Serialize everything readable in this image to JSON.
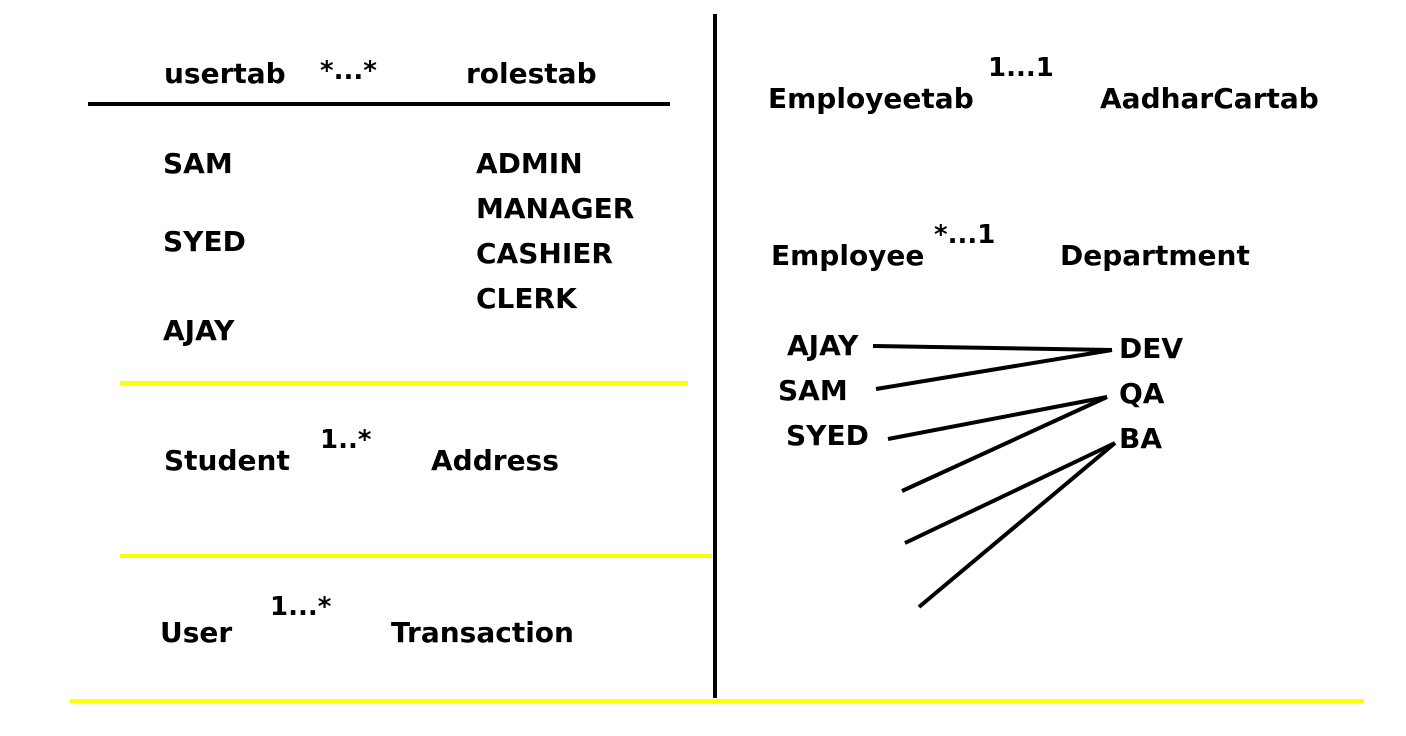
{
  "colors": {
    "background": "#ffffff",
    "ink": "#000000",
    "separator": "#ffff00"
  },
  "many_to_many": {
    "left_label": "usertab",
    "multiplicity": "*...*",
    "right_label": "rolestab",
    "users": [
      "SAM",
      "SYED",
      "AJAY"
    ],
    "roles": [
      "ADMIN",
      "MANAGER",
      "CASHIER",
      "CLERK"
    ]
  },
  "student_address": {
    "left_label": "Student",
    "multiplicity": "1..*",
    "right_label": "Address"
  },
  "user_transaction": {
    "left_label": "User",
    "multiplicity": "1...*",
    "right_label": "Transaction"
  },
  "one_to_one": {
    "left_label": "Employeetab",
    "multiplicity": "1...1",
    "right_label": "AadharCartab"
  },
  "many_to_one": {
    "left_label": "Employee",
    "multiplicity": "*...1",
    "right_label": "Department",
    "employees": [
      "AJAY",
      "SAM",
      "SYED"
    ],
    "departments": [
      "DEV",
      "QA",
      "BA"
    ]
  }
}
